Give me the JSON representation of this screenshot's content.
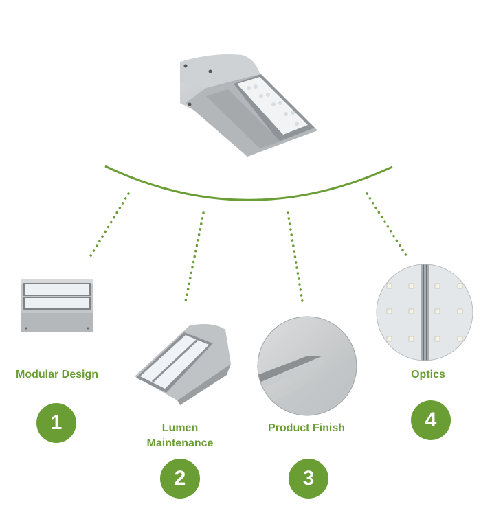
{
  "features": [
    {
      "label": "Modular Design",
      "number": "1"
    },
    {
      "label": "Lumen\nMaintenance",
      "label_line1": "Lumen",
      "label_line2": "Maintenance",
      "number": "2"
    },
    {
      "label": "Product Finish",
      "number": "3"
    },
    {
      "label": "Optics",
      "number": "4"
    }
  ],
  "colors": {
    "accent": "#6a9e35",
    "fixture": "#c9ccce",
    "fixture_dark": "#9ea2a5"
  },
  "icons": [
    "wall-light-fixture-image",
    "modular-design-photo",
    "lumen-maintenance-photo",
    "product-finish-photo",
    "optics-led-photo"
  ]
}
